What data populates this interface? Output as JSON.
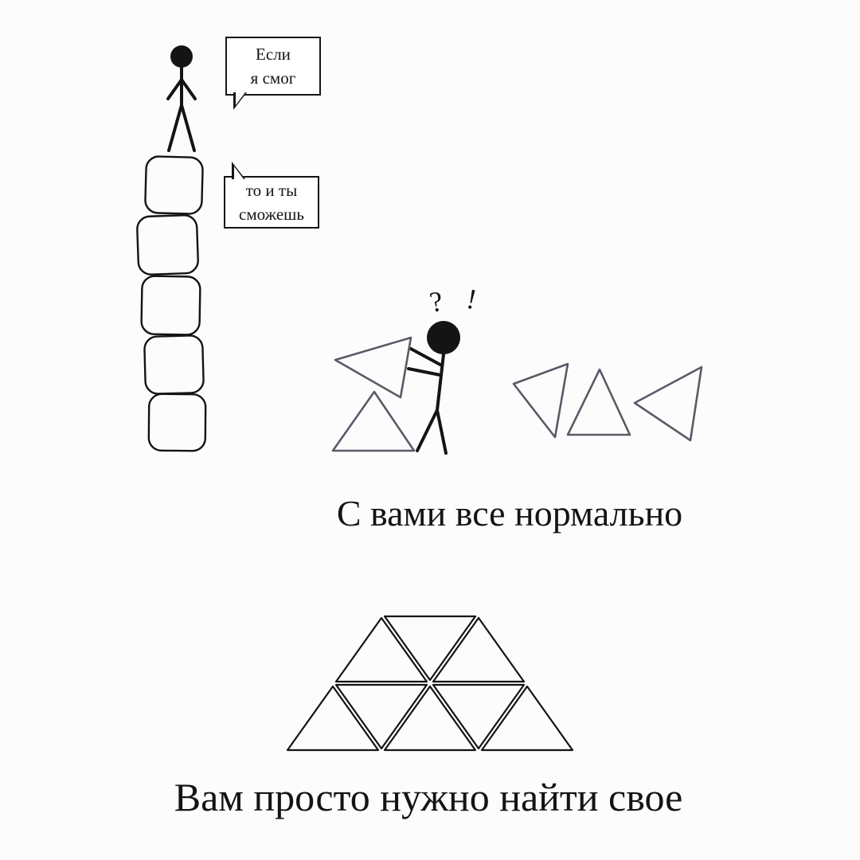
{
  "colors": {
    "background": "#fcfcfc",
    "ink": "#141414",
    "loose_triangle_outline": "#5a5a68"
  },
  "speech_bubbles": {
    "first": "Если\nя смог",
    "second": "то и ты\nсможешь"
  },
  "confused_marks": {
    "question": "?",
    "exclamation": "!"
  },
  "captions": {
    "middle": "С вами все нормально",
    "bottom": "Вам просто нужно найти свое"
  }
}
